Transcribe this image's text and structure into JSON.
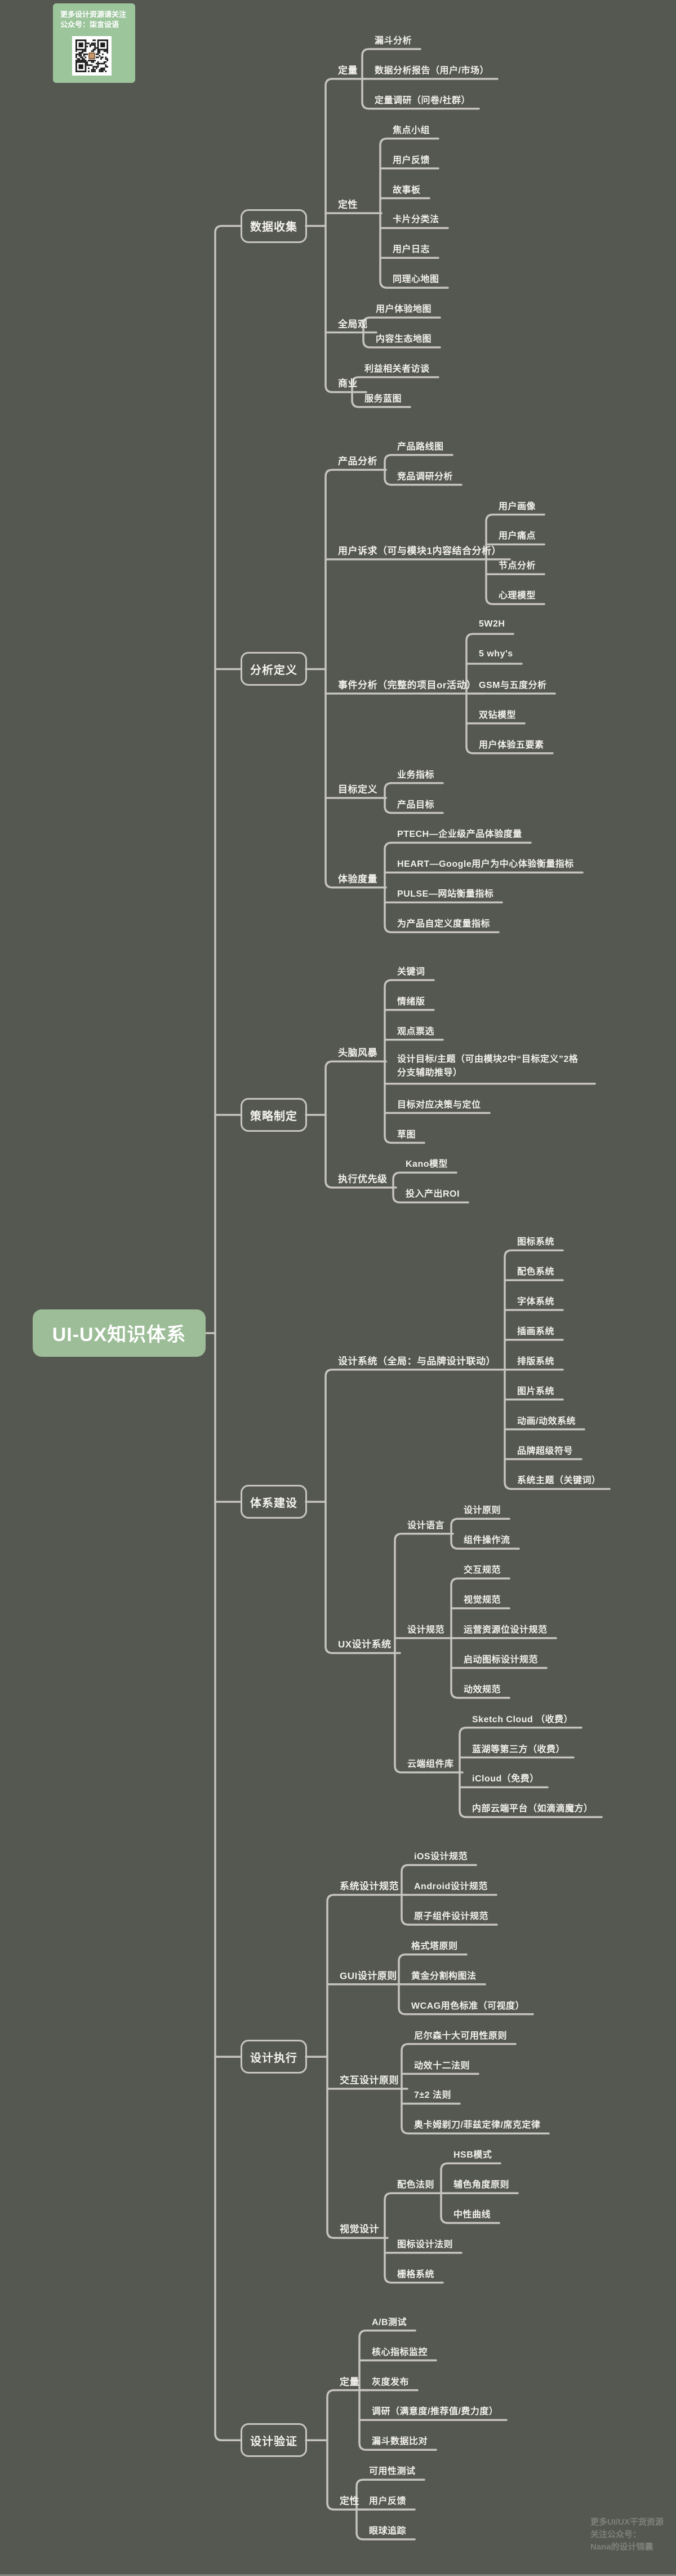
{
  "promo_card": {
    "line1": "更多设计资源请关注",
    "line2": "公众号：柒言设语"
  },
  "watermark": {
    "line1": "更多UI/UX干货资源",
    "line2": "关注公众号：",
    "line3": "Nana的设计锦囊"
  },
  "colors": {
    "background": "#555751",
    "connector_line": "#c6c5bd",
    "topic_text": "#f2f1eb",
    "root_bg": "#9dbd98",
    "root_text": "#ffffff",
    "promo_card_bg": "#9cc59b",
    "watermark_text": "#7e8177"
  },
  "mindmap": {
    "root": {
      "label": "UI-UX知识体系",
      "children": [
        {
          "label": "数据收集",
          "children": [
            {
              "label": "定量",
              "children": [
                {
                  "label": "漏斗分析"
                },
                {
                  "label": "数据分析报告（用户/市场）"
                },
                {
                  "label": "定量调研（问卷/社群）"
                }
              ]
            },
            {
              "label": "定性",
              "children": [
                {
                  "label": "焦点小组"
                },
                {
                  "label": "用户反馈"
                },
                {
                  "label": "故事板"
                },
                {
                  "label": "卡片分类法"
                },
                {
                  "label": "用户日志"
                },
                {
                  "label": "同理心地图"
                }
              ]
            },
            {
              "label": "全局观",
              "children": [
                {
                  "label": "用户体验地图"
                },
                {
                  "label": "内容生态地图"
                }
              ]
            },
            {
              "label": "商业",
              "children": [
                {
                  "label": "利益相关者访谈"
                },
                {
                  "label": "服务蓝图"
                }
              ]
            }
          ]
        },
        {
          "label": "分析定义",
          "children": [
            {
              "label": "产品分析",
              "children": [
                {
                  "label": "产品路线图"
                },
                {
                  "label": "竞品调研分析"
                }
              ]
            },
            {
              "label": "用户诉求（可与模块1内容结合分析）",
              "children": [
                {
                  "label": "用户画像"
                },
                {
                  "label": "用户痛点"
                },
                {
                  "label": "节点分析"
                },
                {
                  "label": "心理模型"
                }
              ]
            },
            {
              "label": "事件分析（完整的项目or活动）",
              "children": [
                {
                  "label": "5W2H"
                },
                {
                  "label": "5 why's"
                },
                {
                  "label": "GSM与五度分析"
                },
                {
                  "label": "双钻模型"
                },
                {
                  "label": "用户体验五要素"
                }
              ]
            },
            {
              "label": "目标定义",
              "children": [
                {
                  "label": "业务指标"
                },
                {
                  "label": "产品目标"
                }
              ]
            },
            {
              "label": "体验度量",
              "children": [
                {
                  "label": "PTECH—企业级产品体验度量"
                },
                {
                  "label": "HEART—Google用户为中心体验衡量指标"
                },
                {
                  "label": "PULSE—网站衡量指标"
                },
                {
                  "label": "为产品自定义度量指标"
                }
              ]
            }
          ]
        },
        {
          "label": "策略制定",
          "children": [
            {
              "label": "头脑风暴",
              "children": [
                {
                  "label": "关键词"
                },
                {
                  "label": "情绪版"
                },
                {
                  "label": "观点票选"
                },
                {
                  "label": "设计目标/主题（可由模块2中“目标定义”2格分支辅助推导）"
                },
                {
                  "label": "目标对应决策与定位"
                },
                {
                  "label": "草图"
                }
              ]
            },
            {
              "label": "执行优先级",
              "children": [
                {
                  "label": "Kano模型"
                },
                {
                  "label": "投入产出ROI"
                }
              ]
            }
          ]
        },
        {
          "label": "体系建设",
          "children": [
            {
              "label": "设计系统（全局：与品牌设计联动）",
              "children": [
                {
                  "label": "图标系统"
                },
                {
                  "label": "配色系统"
                },
                {
                  "label": "字体系统"
                },
                {
                  "label": "插画系统"
                },
                {
                  "label": "排版系统"
                },
                {
                  "label": "图片系统"
                },
                {
                  "label": "动画/动效系统"
                },
                {
                  "label": "品牌超级符号"
                },
                {
                  "label": "系统主题（关键词）"
                }
              ]
            },
            {
              "label": "UX设计系统",
              "children": [
                {
                  "label": "设计语言",
                  "children": [
                    {
                      "label": "设计原则"
                    },
                    {
                      "label": "组件操作流"
                    }
                  ]
                },
                {
                  "label": "设计规范",
                  "children": [
                    {
                      "label": "交互规范"
                    },
                    {
                      "label": "视觉规范"
                    },
                    {
                      "label": "运营资源位设计规范"
                    },
                    {
                      "label": "启动图标设计规范"
                    },
                    {
                      "label": "动效规范"
                    }
                  ]
                },
                {
                  "label": "云端组件库",
                  "children": [
                    {
                      "label": "Sketch Cloud （收费）"
                    },
                    {
                      "label": "蓝湖等第三方（收费）"
                    },
                    {
                      "label": "iCloud（免费）"
                    },
                    {
                      "label": "内部云端平台（如滴滴魔方）"
                    }
                  ]
                }
              ]
            }
          ]
        },
        {
          "label": "设计执行",
          "children": [
            {
              "label": "系统设计规范",
              "children": [
                {
                  "label": "iOS设计规范"
                },
                {
                  "label": "Android设计规范"
                },
                {
                  "label": "原子组件设计规范"
                }
              ]
            },
            {
              "label": "GUI设计原则",
              "children": [
                {
                  "label": "格式塔原则"
                },
                {
                  "label": "黄金分割构图法"
                },
                {
                  "label": "WCAG用色标准（可视度）"
                }
              ]
            },
            {
              "label": "交互设计原则",
              "children": [
                {
                  "label": "尼尔森十大可用性原则"
                },
                {
                  "label": "动效十二法则"
                },
                {
                  "label": "7±2 法则"
                },
                {
                  "label": "奥卡姆剃刀/菲兹定律/席克定律"
                }
              ]
            },
            {
              "label": "视觉设计",
              "children": [
                {
                  "label": "配色法则",
                  "children": [
                    {
                      "label": "HSB模式"
                    },
                    {
                      "label": "辅色角度原则"
                    },
                    {
                      "label": "中性曲线"
                    }
                  ]
                },
                {
                  "label": "图标设计法则"
                },
                {
                  "label": "栅格系统"
                }
              ]
            }
          ]
        },
        {
          "label": "设计验证",
          "children": [
            {
              "label": "定量",
              "children": [
                {
                  "label": "A/B测试"
                },
                {
                  "label": "核心指标监控"
                },
                {
                  "label": "灰度发布"
                },
                {
                  "label": "调研（满意度/推荐值/费力度）"
                },
                {
                  "label": "漏斗数据比对"
                }
              ]
            },
            {
              "label": "定性",
              "children": [
                {
                  "label": "可用性测试"
                },
                {
                  "label": "用户反馈"
                },
                {
                  "label": "眼球追踪"
                }
              ]
            }
          ]
        }
      ]
    }
  }
}
